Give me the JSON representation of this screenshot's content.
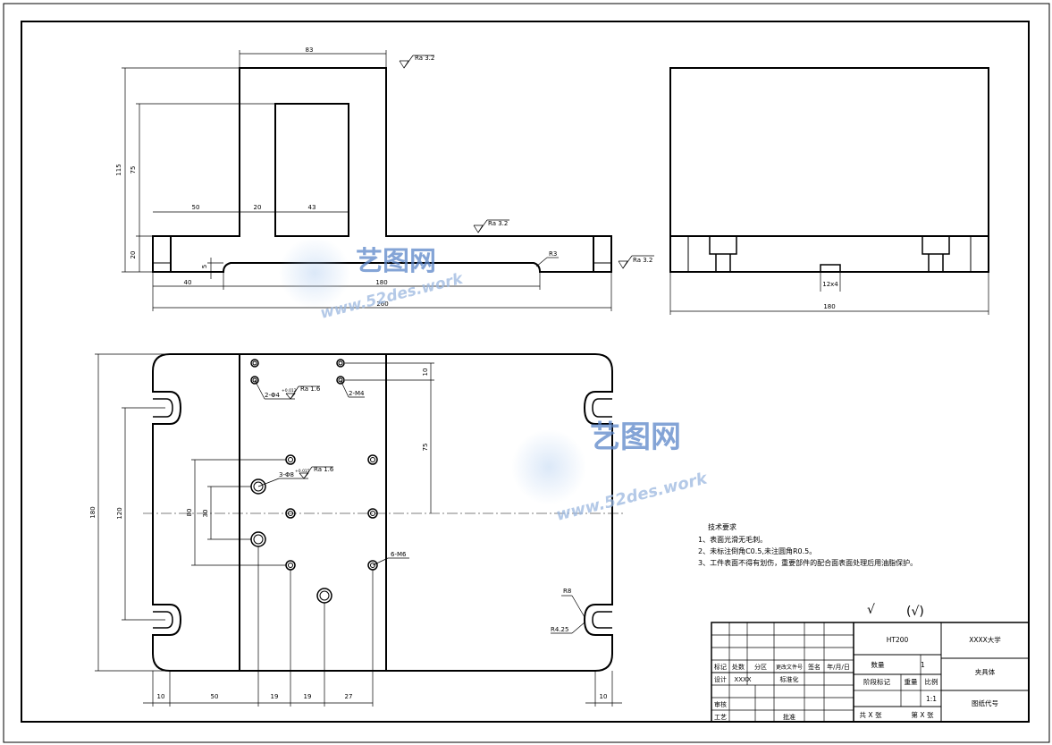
{
  "dimensions": {
    "front": {
      "top_width": "83",
      "total_height": "115",
      "inner_height": "75",
      "flange_left": "50",
      "inner_gap": "20",
      "slot_width": "43",
      "base_height": "20",
      "recess_depth": "5",
      "left_edge": "40",
      "recess_length": "180",
      "overall_width": "260",
      "fillet": "R3",
      "ra_top": "Ra 3.2",
      "ra_mid": "Ra 3.2",
      "ra_right": "Ra 3.2"
    },
    "side": {
      "width": "180",
      "notch": "12x4"
    },
    "top": {
      "height": "180",
      "slot_span": "120",
      "hole_span": "80",
      "hole_small": "30",
      "vertical_75": "75",
      "vertical_10": "10",
      "pin_holes": "2-Φ4",
      "pin_ra": "Ra 1.6",
      "tapped_2": "2-M4",
      "bore_holes": "3-Φ8",
      "bore_ra": "Ra 1.6",
      "tapped_6": "6-M6",
      "radius_r8": "R8",
      "radius_r425": "R4.25",
      "bottom": [
        "10",
        "50",
        "19",
        "19",
        "27",
        "10"
      ],
      "tol": "+0.012",
      "tol_bore": "+0.015"
    }
  },
  "tech_requirements": {
    "title": "技术要求",
    "items": [
      "1、表面光滑无毛刺。",
      "2、未标注倒角C0.5,未注圆角R0.5。",
      "3、工件表面不得有划伤，重要部件的配合面表面处理后用油脂保护。"
    ]
  },
  "roughness": {
    "main": "√",
    "others": "(√)"
  },
  "watermark": {
    "brand": "艺图网",
    "url": "www.52des.work"
  },
  "title_block": {
    "material": "HT200",
    "school": "XXXX大学",
    "part_name": "夹具体",
    "drawing_code": "图纸代号",
    "qty_label": "数量",
    "qty_value": "1",
    "stage_label": "阶段标记",
    "weight_label": "重量",
    "scale_label": "比例",
    "scale_value": "1:1",
    "sheet_total": "共 X 张",
    "sheet_no": "第 X 张",
    "rev": {
      "mark": "标记",
      "count": "处数",
      "zone": "分区",
      "doc": "更改文件号",
      "sign": "签名",
      "date": "年/月/日"
    },
    "design_label": "设计",
    "design_value": "XXXX",
    "std_label": "标准化",
    "check_label": "审核",
    "process_label": "工艺",
    "approve_label": "批准"
  }
}
